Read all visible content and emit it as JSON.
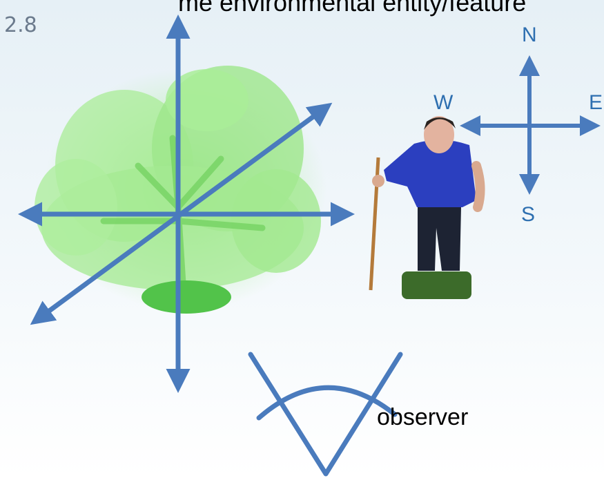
{
  "header": {
    "title_fragment": "me environmental entity/feature",
    "handwritten_number": "2.8"
  },
  "compass": {
    "north": "N",
    "south": "S",
    "east": "E",
    "west": "W"
  },
  "observer": {
    "label": "observer"
  },
  "colors": {
    "arrow": "#4a7bbd",
    "label": "#2e6fb0",
    "tree": "#7fdc6a",
    "figure_shirt": "#2b3fbf",
    "figure_pants": "#1d2333",
    "staff": "#b47a3a",
    "background_top": "#e9f2f7",
    "background_bottom": "#ffffff"
  },
  "icons": {
    "tree": "tree-figurine",
    "person": "hiker-figurine",
    "compass": "compass-rose"
  }
}
